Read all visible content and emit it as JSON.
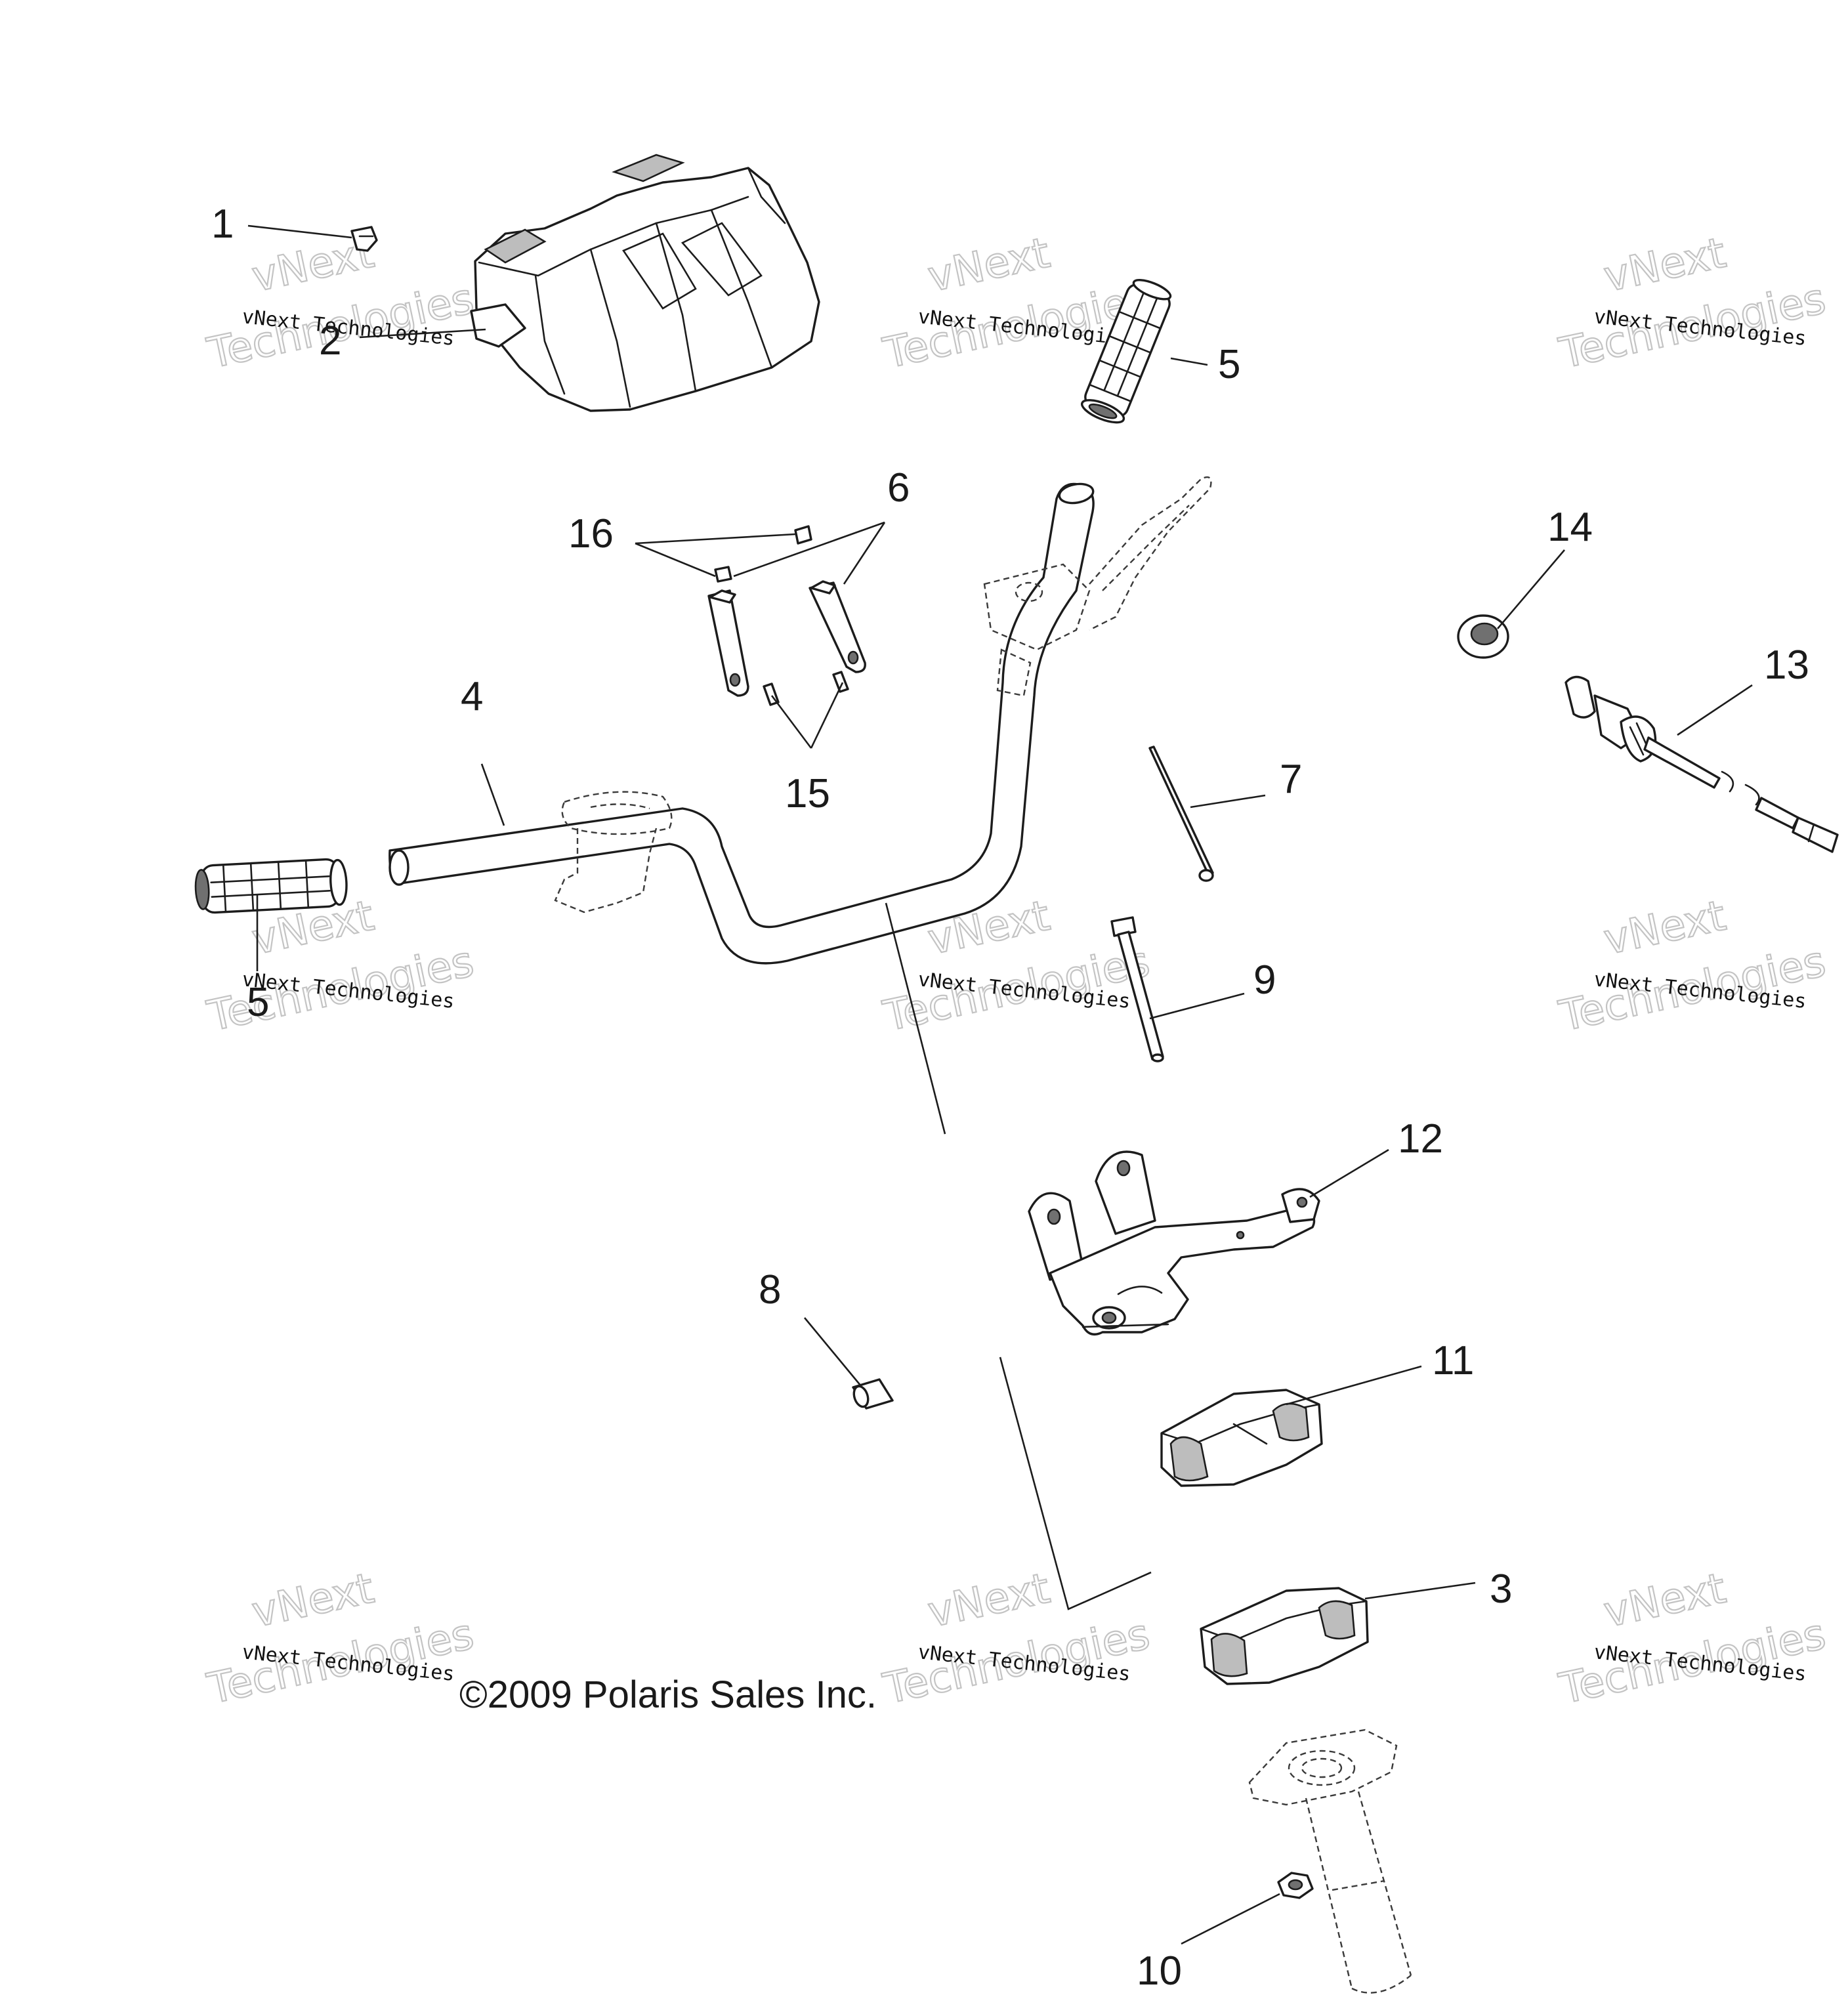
{
  "diagram": {
    "callouts": [
      "1",
      "2",
      "3",
      "4",
      "5",
      "5",
      "6",
      "7",
      "8",
      "9",
      "10",
      "11",
      "12",
      "13",
      "14",
      "15",
      "16"
    ],
    "copyright": "©2009  Polaris Sales Inc.",
    "watermark": {
      "line1": "vNext Technologies",
      "line2": "vNext",
      "line3": "Technologies"
    }
  }
}
